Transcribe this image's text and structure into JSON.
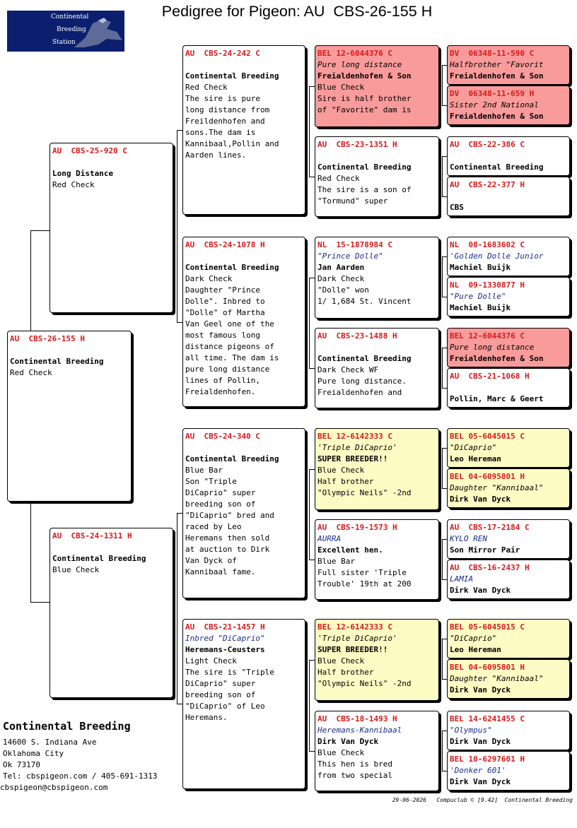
{
  "header": {
    "title": "Pedigree for Pigeon: AU  CBS-26-155 H",
    "logo_words": [
      "Continental",
      "Breeding",
      "Station"
    ]
  },
  "subject": {
    "ring": "AU  CBS-26-155 H",
    "lines": [
      {
        "k": "gap",
        "t": ""
      },
      {
        "k": "ow",
        "t": "Continental Breeding"
      },
      {
        "k": "tx",
        "t": "Red Check"
      }
    ]
  },
  "sire": {
    "ring": "AU  CBS-25-920 C",
    "lines": [
      {
        "k": "gap",
        "t": ""
      },
      {
        "k": "ow",
        "t": "Long Distance"
      },
      {
        "k": "tx",
        "t": "Red Check"
      }
    ]
  },
  "dam": {
    "ring": "AU  CBS-24-1311 H",
    "lines": [
      {
        "k": "gap",
        "t": ""
      },
      {
        "k": "ow",
        "t": "Continental Breeding"
      },
      {
        "k": "tx",
        "t": "Blue Check"
      }
    ]
  },
  "g3": [
    {
      "ring": "AU  CBS-24-242 C",
      "lines": [
        {
          "k": "gap",
          "t": ""
        },
        {
          "k": "ow",
          "t": "Continental Breeding"
        },
        {
          "k": "tx",
          "t": "Red Check"
        },
        {
          "k": "tx",
          "t": "The sire is pure"
        },
        {
          "k": "tx",
          "t": "long distance from"
        },
        {
          "k": "tx",
          "t": "Freildenhofen and"
        },
        {
          "k": "tx",
          "t": "sons.The dam is"
        },
        {
          "k": "tx",
          "t": "Kannibaal,Pollin and"
        },
        {
          "k": "tx",
          "t": "Aarden lines."
        }
      ]
    },
    {
      "ring": "AU  CBS-24-1078 H",
      "lines": [
        {
          "k": "gap",
          "t": ""
        },
        {
          "k": "ow",
          "t": "Continental Breeding"
        },
        {
          "k": "tx",
          "t": "Dark Check"
        },
        {
          "k": "tx",
          "t": "Daughter \"Prince"
        },
        {
          "k": "tx",
          "t": "Dolle\". Inbred to"
        },
        {
          "k": "tx",
          "t": "\"Dolle\" of Martha"
        },
        {
          "k": "tx",
          "t": "Van Geel one of the"
        },
        {
          "k": "tx",
          "t": "most famous long"
        },
        {
          "k": "tx",
          "t": "distance pigeons of"
        },
        {
          "k": "tx",
          "t": "all time. The dam is"
        },
        {
          "k": "tx",
          "t": "pure long distance"
        },
        {
          "k": "tx",
          "t": "lines of Pollin,"
        },
        {
          "k": "tx",
          "t": "Freialdenhofen."
        }
      ]
    },
    {
      "ring": "AU  CBS-24-340 C",
      "lines": [
        {
          "k": "gap",
          "t": ""
        },
        {
          "k": "ow",
          "t": "Continental Breeding"
        },
        {
          "k": "tx",
          "t": "Blue Bar"
        },
        {
          "k": "tx",
          "t": "Son \"Triple"
        },
        {
          "k": "tx",
          "t": "DiCaprio\" super"
        },
        {
          "k": "tx",
          "t": "breeding son of"
        },
        {
          "k": "tx",
          "t": "\"DiCaprio\" bred and"
        },
        {
          "k": "tx",
          "t": "raced by Leo"
        },
        {
          "k": "tx",
          "t": "Heremans then sold"
        },
        {
          "k": "tx",
          "t": "at auction to Dirk"
        },
        {
          "k": "tx",
          "t": "Van Dyck of"
        },
        {
          "k": "tx",
          "t": "Kannibaal fame."
        }
      ]
    },
    {
      "ring": "AU  CBS-21-1457 H",
      "lines": [
        {
          "k": "nm",
          "t": "Inbred \"DiCaprio\""
        },
        {
          "k": "ow",
          "t": "Heremans-Ceusters"
        },
        {
          "k": "tx",
          "t": "Light Check"
        },
        {
          "k": "tx",
          "t": "The sire is \"Triple"
        },
        {
          "k": "tx",
          "t": "DiCaprio\" super"
        },
        {
          "k": "tx",
          "t": "breeding son of"
        },
        {
          "k": "tx",
          "t": "\"DiCaprio\" of Leo"
        },
        {
          "k": "tx",
          "t": "Heremans."
        }
      ]
    }
  ],
  "g4": [
    {
      "ring": "BEL 12-6044376 C",
      "color": "red",
      "lines": [
        {
          "k": "nmd",
          "t": "Pure long distance"
        },
        {
          "k": "ow",
          "t": "Freialdenhofen & Son"
        },
        {
          "k": "tx",
          "t": "Blue Check"
        },
        {
          "k": "tx",
          "t": "Sire is half brother"
        },
        {
          "k": "tx",
          "t": "of \"Favorite\" dam is"
        }
      ]
    },
    {
      "ring": "AU  CBS-23-1351 H",
      "color": "white",
      "lines": [
        {
          "k": "gap",
          "t": ""
        },
        {
          "k": "ow",
          "t": "Continental Breeding"
        },
        {
          "k": "tx",
          "t": "Red Check"
        },
        {
          "k": "tx",
          "t": "The sire is a son of"
        },
        {
          "k": "tx",
          "t": "\"Tormund\" super"
        }
      ]
    },
    {
      "ring": "NL  15-1878984 C",
      "color": "white",
      "lines": [
        {
          "k": "nm",
          "t": "\"Prince Dolle\""
        },
        {
          "k": "ow",
          "t": "Jan Aarden"
        },
        {
          "k": "tx",
          "t": "Dark Check"
        },
        {
          "k": "tx",
          "t": "\"Dolle\" won"
        },
        {
          "k": "tx",
          "t": "1/ 1,684 St. Vincent"
        }
      ]
    },
    {
      "ring": "AU  CBS-23-1488 H",
      "color": "white",
      "lines": [
        {
          "k": "gap",
          "t": ""
        },
        {
          "k": "ow",
          "t": "Continental Breeding"
        },
        {
          "k": "tx",
          "t": "Dark Check WF"
        },
        {
          "k": "tx",
          "t": "Pure long distance."
        },
        {
          "k": "tx",
          "t": "Freialdenhofen and"
        }
      ]
    },
    {
      "ring": "BEL 12-6142333 C",
      "color": "yellow",
      "lines": [
        {
          "k": "nmd",
          "t": "'Triple DiCaprio'"
        },
        {
          "k": "ow",
          "t": "SUPER BREEDER!!"
        },
        {
          "k": "tx",
          "t": "Blue Check"
        },
        {
          "k": "tx",
          "t": "Half brother"
        },
        {
          "k": "tx",
          "t": "\"Olympic Neils\" -2nd"
        }
      ]
    },
    {
      "ring": "AU  CBS-19-1573 H",
      "color": "white",
      "lines": [
        {
          "k": "nm",
          "t": "AURRA"
        },
        {
          "k": "ow",
          "t": "Excellent hen."
        },
        {
          "k": "tx",
          "t": "Blue Bar"
        },
        {
          "k": "tx",
          "t": "Full sister 'Triple"
        },
        {
          "k": "tx",
          "t": "Trouble' 19th at 200"
        }
      ]
    },
    {
      "ring": "BEL 12-6142333 C",
      "color": "yellow",
      "lines": [
        {
          "k": "nmd",
          "t": "'Triple DiCaprio'"
        },
        {
          "k": "ow",
          "t": "SUPER BREEDER!!"
        },
        {
          "k": "tx",
          "t": "Blue Check"
        },
        {
          "k": "tx",
          "t": "Half brother"
        },
        {
          "k": "tx",
          "t": "\"Olympic Neils\" -2nd"
        }
      ]
    },
    {
      "ring": "AU  CBS-18-1493 H",
      "color": "white",
      "lines": [
        {
          "k": "nm",
          "t": "Heremans-Kannibaal"
        },
        {
          "k": "ow",
          "t": "Dirk Van Dyck"
        },
        {
          "k": "tx",
          "t": "Blue Check"
        },
        {
          "k": "tx",
          "t": "This hen is bred"
        },
        {
          "k": "tx",
          "t": "from two special"
        }
      ]
    }
  ],
  "g5": [
    {
      "ring": "DV  06348-11-590 C",
      "color": "red",
      "lines": [
        {
          "k": "nmd",
          "t": "Halfbrother \"Favorit"
        },
        {
          "k": "ow",
          "t": "Freialdenhofen & Son"
        }
      ]
    },
    {
      "ring": "DV  06348-11-659 H",
      "color": "red",
      "lines": [
        {
          "k": "nmd",
          "t": "Sister 2nd National"
        },
        {
          "k": "ow",
          "t": "Freialdenhofen & Son"
        }
      ]
    },
    {
      "ring": "AU  CBS-22-386 C",
      "color": "white",
      "lines": [
        {
          "k": "gap",
          "t": ""
        },
        {
          "k": "ow",
          "t": "Continental Breeding"
        }
      ]
    },
    {
      "ring": "AU  CBS-22-377 H",
      "color": "white",
      "lines": [
        {
          "k": "gap",
          "t": ""
        },
        {
          "k": "ow",
          "t": "CBS"
        }
      ]
    },
    {
      "ring": "NL  08-1683602 C",
      "color": "white",
      "lines": [
        {
          "k": "nm",
          "t": "'Golden Dolle Junior"
        },
        {
          "k": "ow",
          "t": "Machiel Buijk"
        }
      ]
    },
    {
      "ring": "NL  09-1330877 H",
      "color": "white",
      "lines": [
        {
          "k": "nm",
          "t": "\"Pure Dolle\""
        },
        {
          "k": "ow",
          "t": "Machiel Buijk"
        }
      ]
    },
    {
      "ring": "BEL 12-6044376 C",
      "color": "red",
      "lines": [
        {
          "k": "nmd",
          "t": "Pure long distance"
        },
        {
          "k": "ow",
          "t": "Freialdenhofen & Son"
        }
      ]
    },
    {
      "ring": "AU  CBS-21-1068 H",
      "color": "white",
      "lines": [
        {
          "k": "gap",
          "t": ""
        },
        {
          "k": "ow",
          "t": "Pollin, Marc & Geert"
        }
      ]
    },
    {
      "ring": "BEL 05-6045015 C",
      "color": "yellow",
      "lines": [
        {
          "k": "nmd",
          "t": "\"DiCaprio\""
        },
        {
          "k": "ow",
          "t": "Leo Hereman"
        }
      ]
    },
    {
      "ring": "BEL 04-6095801 H",
      "color": "yellow",
      "lines": [
        {
          "k": "nmd",
          "t": "Daughter \"Kannibaal\""
        },
        {
          "k": "ow",
          "t": "Dirk Van Dyck"
        }
      ]
    },
    {
      "ring": "AU  CBS-17-2184 C",
      "color": "white",
      "lines": [
        {
          "k": "nm",
          "t": "KYLO REN"
        },
        {
          "k": "ow",
          "t": "Son Mirror Pair"
        }
      ]
    },
    {
      "ring": "AU  CBS-16-2437 H",
      "color": "white",
      "lines": [
        {
          "k": "nm",
          "t": "LAMIA"
        },
        {
          "k": "ow",
          "t": "Dirk Van Dyck"
        }
      ]
    },
    {
      "ring": "BEL 05-6045015 C",
      "color": "yellow",
      "lines": [
        {
          "k": "nmd",
          "t": "\"DiCaprio\""
        },
        {
          "k": "ow",
          "t": "Leo Hereman"
        }
      ]
    },
    {
      "ring": "BEL 04-6095801 H",
      "color": "yellow",
      "lines": [
        {
          "k": "nmd",
          "t": "Daughter \"Kannibaal\""
        },
        {
          "k": "ow",
          "t": "Dirk Van Dyck"
        }
      ]
    },
    {
      "ring": "BEL 14-6241455 C",
      "color": "white",
      "lines": [
        {
          "k": "nm",
          "t": "\"Olympus\""
        },
        {
          "k": "ow",
          "t": "Dirk Van Dyck"
        }
      ]
    },
    {
      "ring": "BEL 10-6297601 H",
      "color": "white",
      "lines": [
        {
          "k": "nm",
          "t": "'Donker 601'"
        },
        {
          "k": "ow",
          "t": "Dirk Van Dyck"
        }
      ]
    }
  ],
  "footer": {
    "name": "Continental Breeding",
    "address": [
      "14600 S. Indiana Ave",
      "Oklahoma City",
      "Ok 73170"
    ],
    "contact": "Tel: cbspigeon.com / 405-691-1313",
    "email": "cbspigeon@cbspigeon.com",
    "stamp": "29-06-2026   Compuclub © [9.42]  Continental Breeding"
  }
}
